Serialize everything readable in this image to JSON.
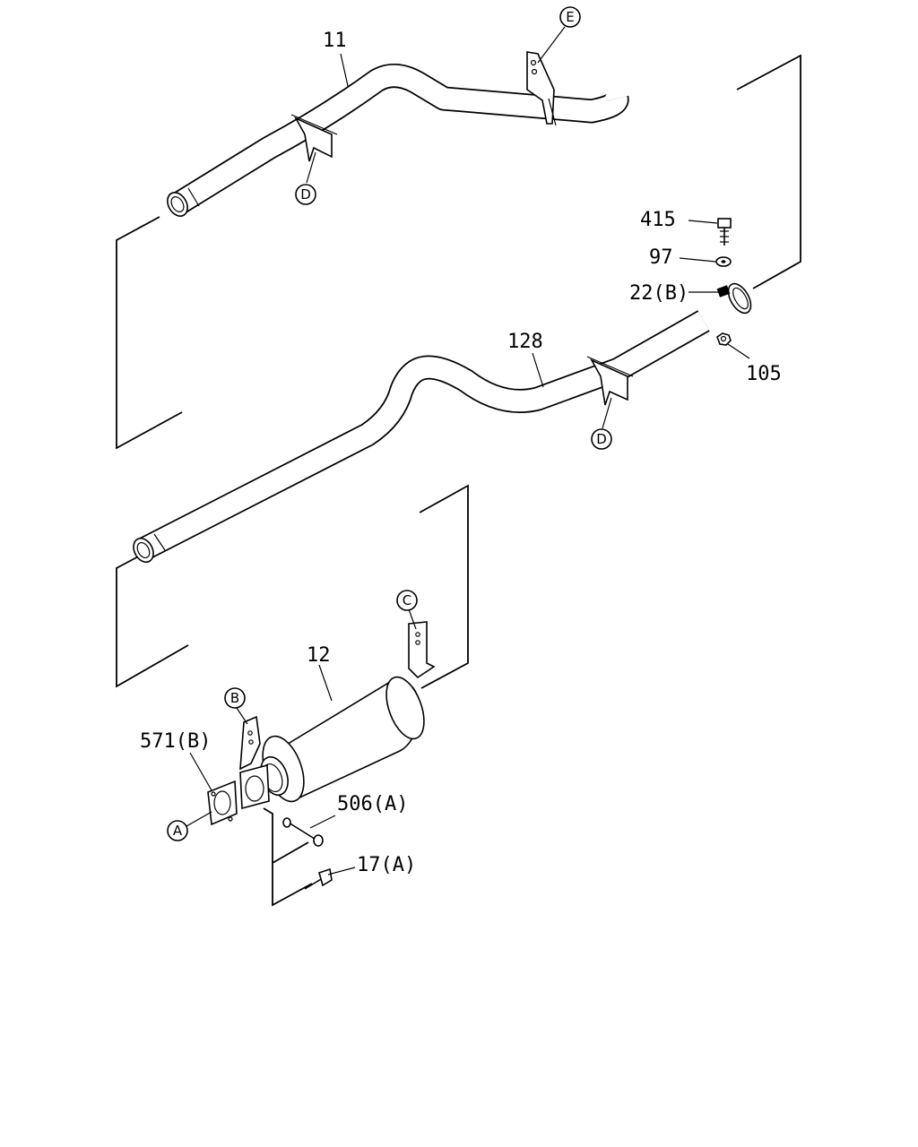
{
  "diagram": {
    "part_labels": {
      "p11": "11",
      "p128": "128",
      "p12": "12",
      "p415": "415",
      "p97": "97",
      "p22b": "22(B)",
      "p105": "105",
      "p571b": "571(B)",
      "p506a": "506(A)",
      "p17a": "17(A)"
    },
    "callouts": {
      "e": "E",
      "d_upper": "D",
      "d_lower": "D",
      "c": "C",
      "b": "B",
      "a": "A"
    }
  }
}
